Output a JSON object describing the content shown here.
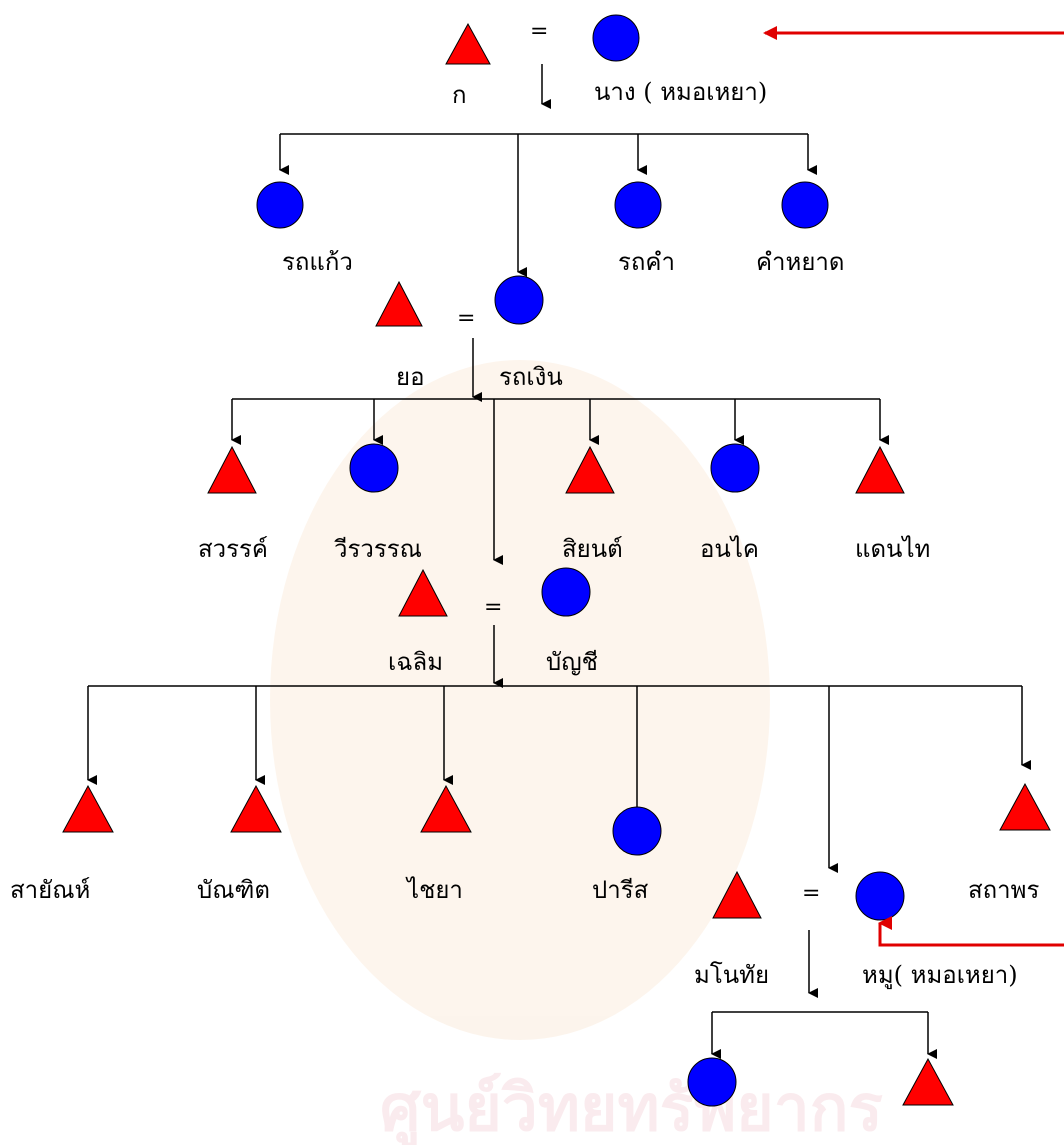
{
  "watermark": "ศูนย์วิทยทรัพยากร",
  "colors": {
    "male": "#ff0000",
    "female": "#0000ff",
    "line": "#000000",
    "highlight": "#e00000"
  },
  "people": {
    "g1_husband": {
      "label": "ก",
      "sex": "male"
    },
    "g1_wife": {
      "label": "นาง ( หมอเหยา)",
      "sex": "female"
    },
    "c_rodkaew": {
      "label": "รถแก้ว",
      "sex": "female"
    },
    "c_rodkham": {
      "label": "รถคำ",
      "sex": "female"
    },
    "c_khamyad": {
      "label": "คำหยาด",
      "sex": "female"
    },
    "g2_husband": {
      "label": "ยอ",
      "sex": "male"
    },
    "g2_wife": {
      "label": "รถเงิน",
      "sex": "female"
    },
    "c_sawan": {
      "label": "สวรรค์",
      "sex": "male"
    },
    "c_weerawan": {
      "label": "วีรวรรณ",
      "sex": "female"
    },
    "c_sayon": {
      "label": "สิยนต์",
      "sex": "male"
    },
    "c_onnadai": {
      "label": "อนไค",
      "sex": "female"
    },
    "c_daenthai": {
      "label": "แดนไท",
      "sex": "male"
    },
    "g3_husband": {
      "label": "เฉลิม",
      "sex": "male"
    },
    "g3_wife": {
      "label": "บัญชี",
      "sex": "female"
    },
    "c_sayan": {
      "label": "สายัณห์",
      "sex": "male"
    },
    "c_bundit": {
      "label": "บัณฑิต",
      "sex": "male"
    },
    "c_chaiya": {
      "label": "ไชยา",
      "sex": "male"
    },
    "c_parisa": {
      "label": "ปารีส",
      "sex": "female"
    },
    "c_sathaporn": {
      "label": "สถาพร",
      "sex": "male"
    },
    "g4_husband": {
      "label": "มโนทัย",
      "sex": "male"
    },
    "g4_wife": {
      "label": "หมู( หมอเหยา)",
      "sex": "female"
    },
    "g5_daughter": {
      "label": "",
      "sex": "female"
    },
    "g5_son": {
      "label": "",
      "sex": "male"
    }
  },
  "marriage_symbol": "="
}
